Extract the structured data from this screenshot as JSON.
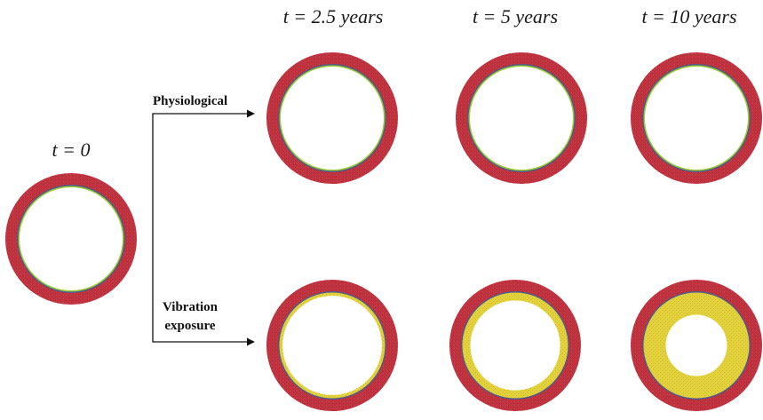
{
  "time_labels": {
    "t0": "t = 0",
    "t2_5": "t = 2.5 years",
    "t5": "t = 5 years",
    "t10": "t = 10 years"
  },
  "branches": {
    "physiological": {
      "label": "Physiological"
    },
    "vibration": {
      "line1": "Vibration",
      "line2": "exposure"
    }
  },
  "colors": {
    "wall": "#c1343f",
    "wall_speckle": "#a82a36",
    "inner_boundary": "#4f5a8a",
    "lumen_edge": "#9acd32",
    "thickening": "#e3d23c",
    "thickening_speckle": "#cbb92a",
    "arrow": "#111111"
  },
  "vessels": {
    "initial": {
      "thickening_fraction": 0
    },
    "physiological": [
      {
        "time": "t = 2.5 years",
        "thickening_fraction": 0
      },
      {
        "time": "t = 5 years",
        "thickening_fraction": 0
      },
      {
        "time": "t = 10 years",
        "thickening_fraction": 0
      }
    ],
    "vibration": [
      {
        "time": "t = 2.5 years",
        "thickening_fraction": 0.06
      },
      {
        "time": "t = 5 years",
        "thickening_fraction": 0.15
      },
      {
        "time": "t = 10 years",
        "thickening_fraction": 0.42
      }
    ]
  }
}
